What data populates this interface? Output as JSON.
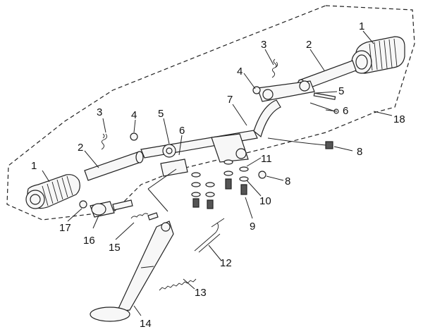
{
  "callouts": [
    {
      "id": "c1a",
      "text": "1"
    },
    {
      "id": "c1b",
      "text": "1"
    },
    {
      "id": "c2a",
      "text": "2"
    },
    {
      "id": "c2b",
      "text": "2"
    },
    {
      "id": "c3a",
      "text": "3"
    },
    {
      "id": "c3b",
      "text": "3"
    },
    {
      "id": "c4a",
      "text": "4"
    },
    {
      "id": "c4b",
      "text": "4"
    },
    {
      "id": "c5a",
      "text": "5"
    },
    {
      "id": "c5b",
      "text": "5"
    },
    {
      "id": "c6a",
      "text": "6"
    },
    {
      "id": "c6b",
      "text": "6"
    },
    {
      "id": "c7",
      "text": "7"
    },
    {
      "id": "c8a",
      "text": "8"
    },
    {
      "id": "c8b",
      "text": "8"
    },
    {
      "id": "c9",
      "text": "9"
    },
    {
      "id": "c10",
      "text": "10"
    },
    {
      "id": "c11",
      "text": "11"
    },
    {
      "id": "c12",
      "text": "12"
    },
    {
      "id": "c13",
      "text": "13"
    },
    {
      "id": "c14",
      "text": "14"
    },
    {
      "id": "c15",
      "text": "15"
    },
    {
      "id": "c16",
      "text": "16"
    },
    {
      "id": "c17",
      "text": "17"
    },
    {
      "id": "c18",
      "text": "18"
    }
  ]
}
